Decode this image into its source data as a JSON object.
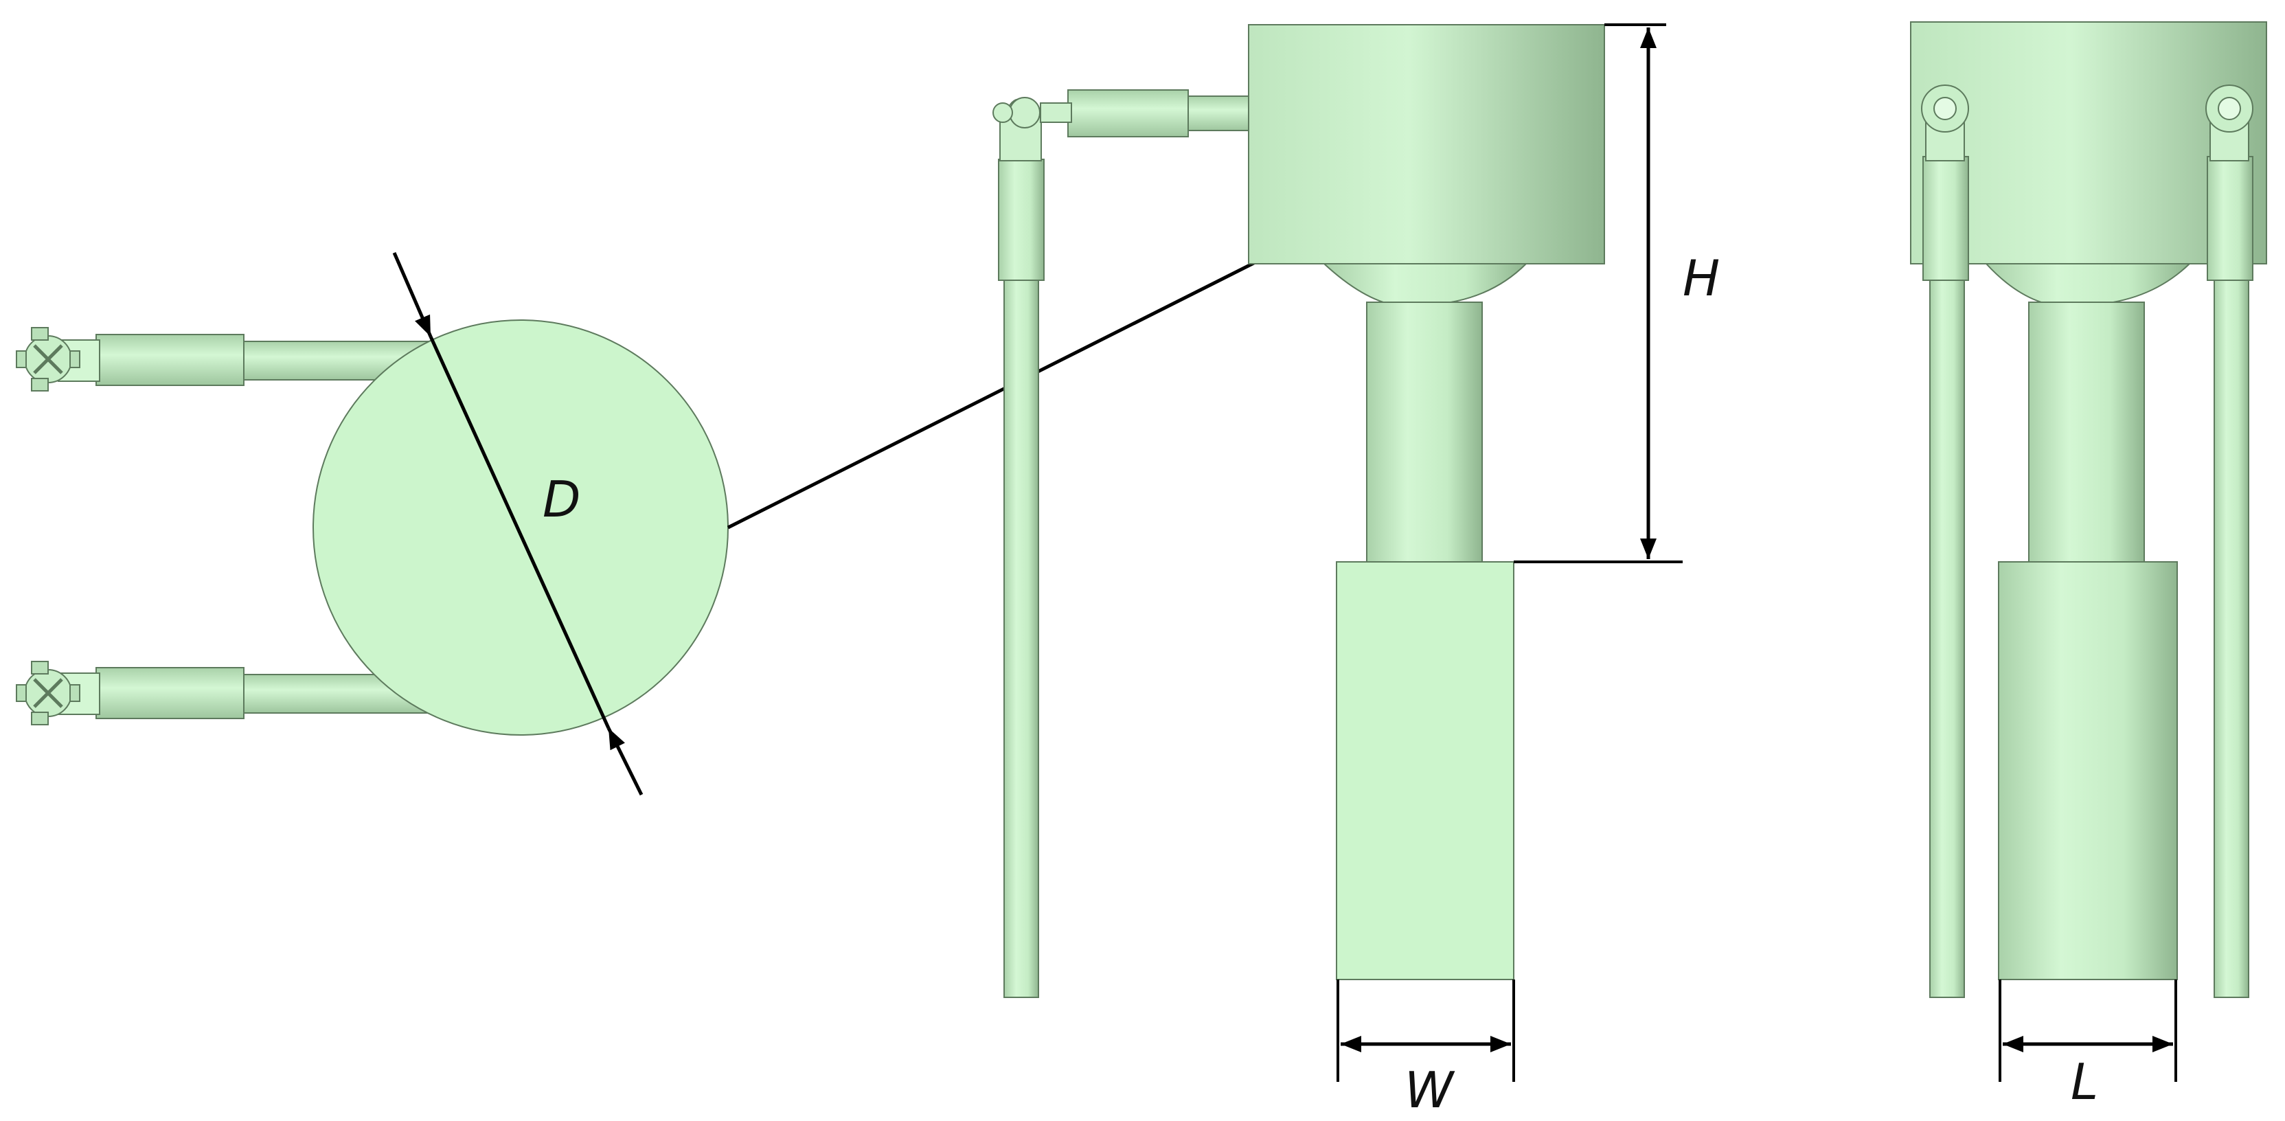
{
  "figure": {
    "labels": {
      "diameter": "D",
      "height": "H",
      "width": "W",
      "length": "L"
    },
    "colors": {
      "part_fill": "#ccf5cc",
      "part_mid": "#c1ebc1",
      "part_shade": "#8fb58f",
      "outline": "#5d7a5d",
      "dimension_line": "#000000"
    }
  }
}
